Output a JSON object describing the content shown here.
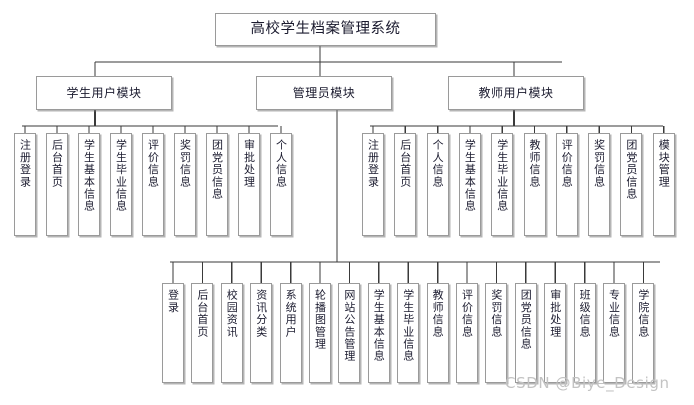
{
  "diagram": {
    "title": "高校学生档案管理系统",
    "watermark": "CSDN @Biye_Design",
    "colors": {
      "background": "#ffffff",
      "box_border": "#9a9a9a",
      "box_fill": "#ffffff",
      "connector": "#3a3a3a",
      "text": "#1b1b2f",
      "watermark": "#c3c3c3"
    },
    "modules": [
      {
        "id": "student",
        "label": "学生用户模块"
      },
      {
        "id": "admin",
        "label": "管理员模块"
      },
      {
        "id": "teacher",
        "label": "教师用户模块"
      }
    ],
    "student_children": [
      {
        "label": "注册登录"
      },
      {
        "label": "后台首页"
      },
      {
        "label": "学生基本信息"
      },
      {
        "label": "学生毕业信息"
      },
      {
        "label": "评价信息"
      },
      {
        "label": "奖罚信息"
      },
      {
        "label": "团党员信息"
      },
      {
        "label": "审批处理"
      },
      {
        "label": "个人信息"
      }
    ],
    "teacher_children": [
      {
        "label": "注册登录"
      },
      {
        "label": "后台首页"
      },
      {
        "label": "个人信息"
      },
      {
        "label": "学生基本信息"
      },
      {
        "label": "学生毕业信息"
      },
      {
        "label": "教师信息"
      },
      {
        "label": "评价信息"
      },
      {
        "label": "奖罚信息"
      },
      {
        "label": "团党员信息"
      },
      {
        "label": "模块管理"
      }
    ],
    "admin_children": [
      {
        "label": "登录"
      },
      {
        "label": "后台首页"
      },
      {
        "label": "校园资讯"
      },
      {
        "label": "资讯分类"
      },
      {
        "label": "系统用户"
      },
      {
        "label": "轮播图管理"
      },
      {
        "label": "网站公告管理"
      },
      {
        "label": "学生基本信息"
      },
      {
        "label": "学生毕业信息"
      },
      {
        "label": "教师信息"
      },
      {
        "label": "评价信息"
      },
      {
        "label": "奖罚信息"
      },
      {
        "label": "团党员信息"
      },
      {
        "label": "审批处理"
      },
      {
        "label": "班级信息"
      },
      {
        "label": "专业信息"
      },
      {
        "label": "学院信息"
      }
    ]
  }
}
